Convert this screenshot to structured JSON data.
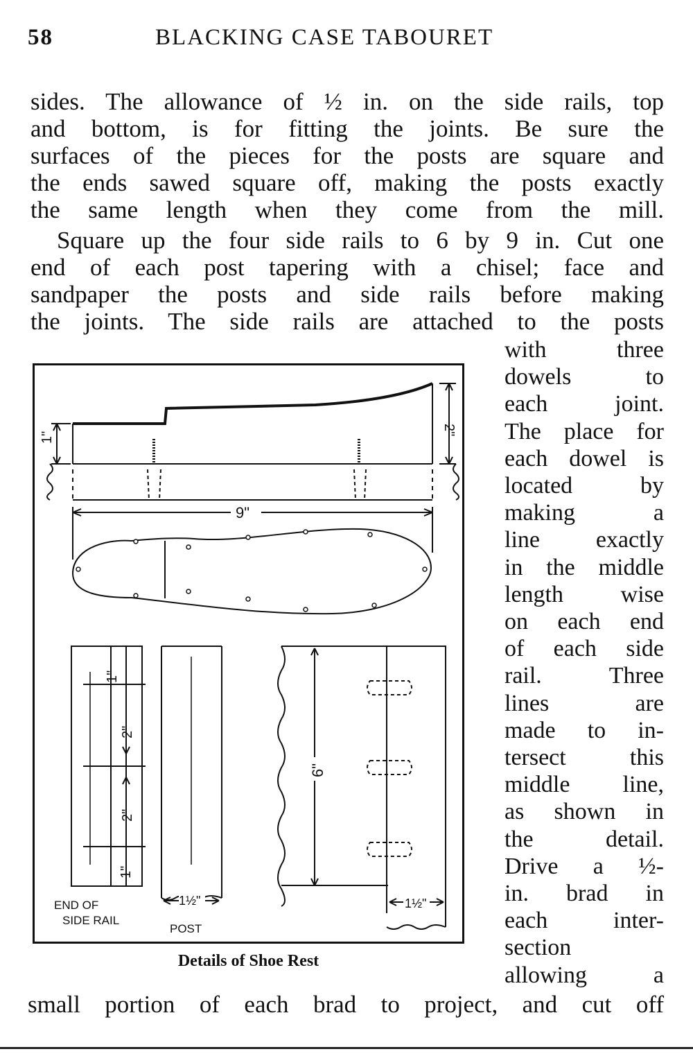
{
  "header": {
    "page_number": "58",
    "title": "BLACKING CASE TABOURET"
  },
  "text_lines": [
    "sides. The allowance of ½ in. on the side rails, top",
    "and bottom, is for fitting the joints. Be sure the",
    "surfaces of the pieces for the posts are square and",
    "the ends sawed square off, making the posts exactly",
    "the same length when they come from the mill.",
    "Square up the four side rails to 6 by 9 in. Cut one",
    "end of each post tapering with a chisel; face and",
    "sandpaper the posts and side rails before making",
    "the joints. The side rails are attached to the posts"
  ],
  "side_lines": [
    "with three",
    "dowels to",
    "each joint.",
    "The place for",
    "each dowel is",
    "located by",
    "making a",
    "line exactly",
    "in the middle",
    "length wise",
    "on each end",
    "of each side",
    "rail. Three",
    "lines are",
    "made to in-",
    "tersect this",
    "middle line,",
    "as shown in",
    "the detail.",
    "Drive a ½-",
    "in. brad in",
    "each inter-",
    "section",
    "allowing a"
  ],
  "last_line": "small portion of each brad to project, and cut off",
  "figure": {
    "caption": "Details of Shoe Rest",
    "labels": {
      "dim_1": "1\"",
      "dim_2": "2\"",
      "dim_9": "9\"",
      "dim_6": "6\"",
      "dim_1_half": "1½\"",
      "end_of_side_rail_1": "END OF",
      "end_of_side_rail_2": "SIDE RAIL",
      "post": "POST"
    }
  }
}
